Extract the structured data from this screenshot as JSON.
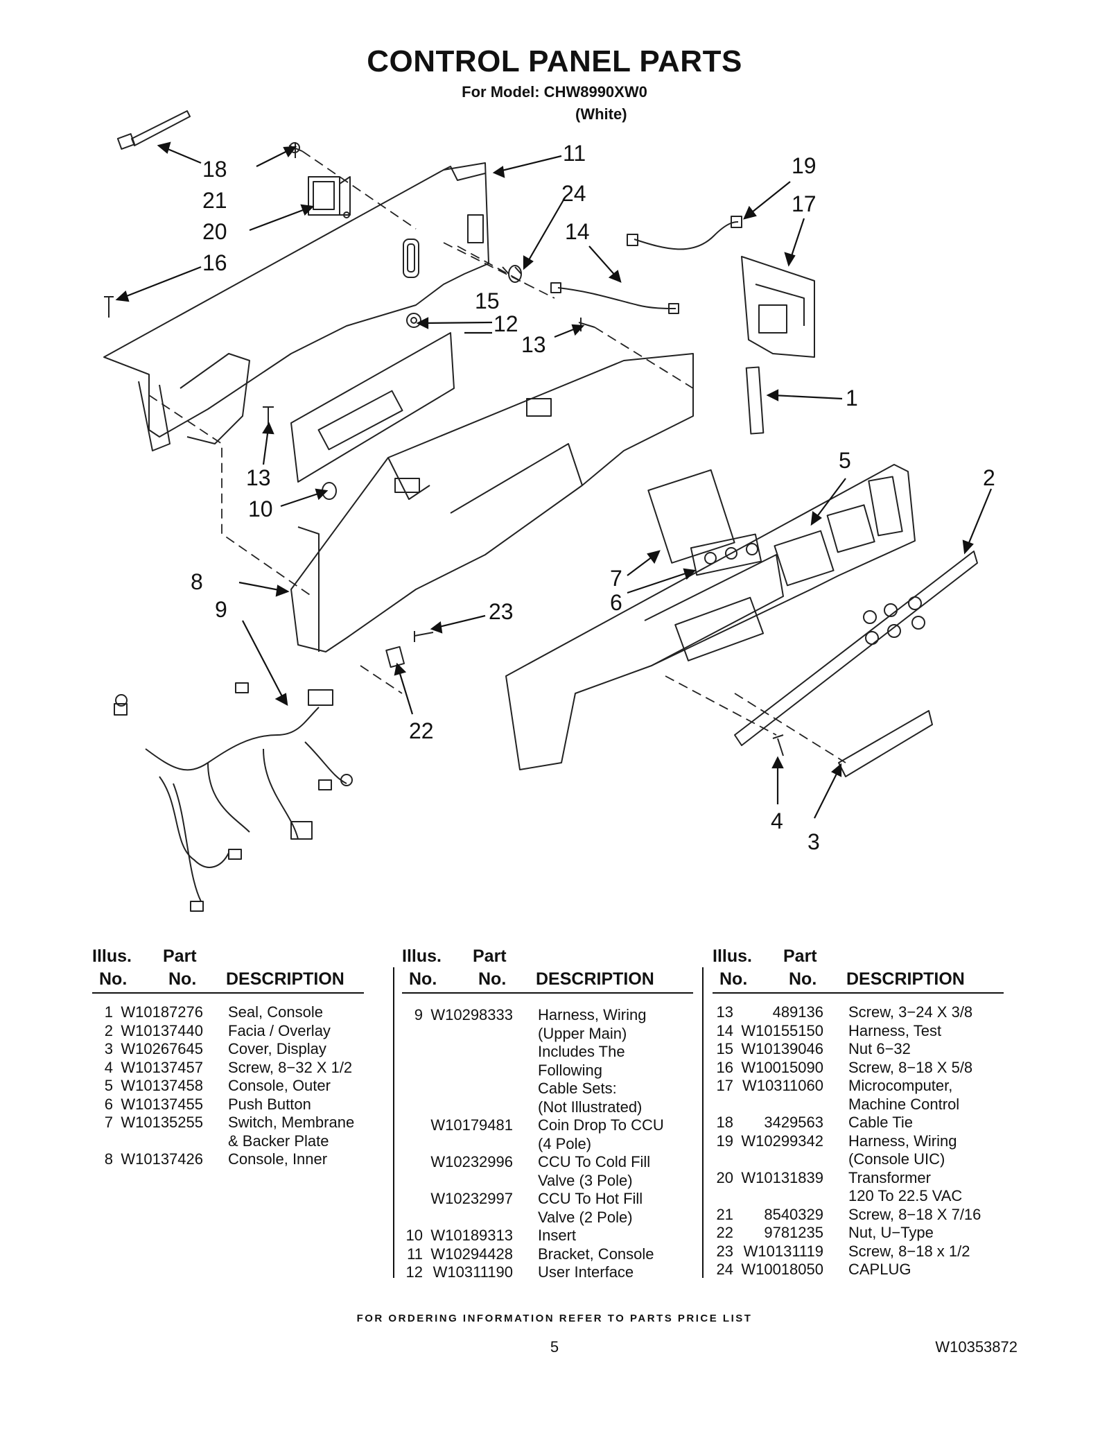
{
  "header": {
    "title": "CONTROL PANEL PARTS",
    "model": "For Model: CHW8990XW0",
    "color": "(White)"
  },
  "callouts": [
    "1",
    "2",
    "3",
    "4",
    "5",
    "6",
    "7",
    "8",
    "9",
    "10",
    "11",
    "12",
    "13",
    "13",
    "14",
    "15",
    "16",
    "17",
    "18",
    "19",
    "20",
    "21",
    "22",
    "23",
    "24"
  ],
  "table": {
    "headers": {
      "illus_line1": "Illus.",
      "illus_line2": "No.",
      "part_line1": "Part",
      "part_line2": "No.",
      "description": "DESCRIPTION"
    },
    "columns": [
      [
        {
          "no": "1",
          "part": "W10187276",
          "desc": "Seal, Console"
        },
        {
          "no": "2",
          "part": "W10137440",
          "desc": "Facia / Overlay"
        },
        {
          "no": "3",
          "part": "W10267645",
          "desc": "Cover, Display"
        },
        {
          "no": "4",
          "part": "W10137457",
          "desc": "Screw, 8−32 X 1/2"
        },
        {
          "no": "5",
          "part": "W10137458",
          "desc": "Console, Outer"
        },
        {
          "no": "6",
          "part": "W10137455",
          "desc": "Push Button"
        },
        {
          "no": "7",
          "part": "W10135255",
          "desc": "Switch, Membrane"
        },
        {
          "no": "",
          "part": "",
          "desc": "& Backer Plate"
        },
        {
          "no": "8",
          "part": "W10137426",
          "desc": "Console, Inner"
        }
      ],
      [
        {
          "no": "9",
          "part": "W10298333",
          "desc": "Harness, Wiring"
        },
        {
          "no": "",
          "part": "",
          "desc": "(Upper Main)"
        },
        {
          "no": "",
          "part": "",
          "desc": "Includes The"
        },
        {
          "no": "",
          "part": "",
          "desc": "Following"
        },
        {
          "no": "",
          "part": "",
          "desc": "Cable Sets:"
        },
        {
          "no": "",
          "part": "",
          "desc": "(Not Illustrated)"
        },
        {
          "no": "",
          "part": "W10179481",
          "desc": "Coin Drop To CCU"
        },
        {
          "no": "",
          "part": "",
          "desc": "(4 Pole)"
        },
        {
          "no": "",
          "part": "W10232996",
          "desc": "CCU To Cold Fill"
        },
        {
          "no": "",
          "part": "",
          "desc": "Valve (3 Pole)"
        },
        {
          "no": "",
          "part": "W10232997",
          "desc": "CCU To Hot Fill"
        },
        {
          "no": "",
          "part": "",
          "desc": "Valve (2 Pole)"
        },
        {
          "no": "10",
          "part": "W10189313",
          "desc": "Insert"
        },
        {
          "no": "11",
          "part": "W10294428",
          "desc": "Bracket, Console"
        },
        {
          "no": "12",
          "part": "W10311190",
          "desc": "User Interface"
        }
      ],
      [
        {
          "no": "13",
          "part": "489136",
          "desc": "Screw, 3−24 X 3/8"
        },
        {
          "no": "14",
          "part": "W10155150",
          "desc": "Harness, Test"
        },
        {
          "no": "15",
          "part": "W10139046",
          "desc": "Nut 6−32"
        },
        {
          "no": "16",
          "part": "W10015090",
          "desc": "Screw, 8−18 X 5/8"
        },
        {
          "no": "17",
          "part": "W10311060",
          "desc": "Microcomputer,"
        },
        {
          "no": "",
          "part": "",
          "desc": "Machine Control"
        },
        {
          "no": "18",
          "part": "3429563",
          "desc": "Cable Tie"
        },
        {
          "no": "19",
          "part": "W10299342",
          "desc": "Harness, Wiring"
        },
        {
          "no": "",
          "part": "",
          "desc": "(Console UIC)"
        },
        {
          "no": "20",
          "part": "W10131839",
          "desc": "Transformer"
        },
        {
          "no": "",
          "part": "",
          "desc": "120 To 22.5 VAC"
        },
        {
          "no": "21",
          "part": "8540329",
          "desc": "Screw, 8−18 X 7/16"
        },
        {
          "no": "22",
          "part": "9781235",
          "desc": "Nut, U−Type"
        },
        {
          "no": "23",
          "part": "W10131119",
          "desc": "Screw, 8−18 x 1/2"
        },
        {
          "no": "24",
          "part": "W10018050",
          "desc": "CAPLUG"
        }
      ]
    ]
  },
  "footer": {
    "ordering_note": "FOR ORDERING INFORMATION REFER TO PARTS PRICE LIST",
    "page_number": "5",
    "document_number": "W10353872"
  }
}
